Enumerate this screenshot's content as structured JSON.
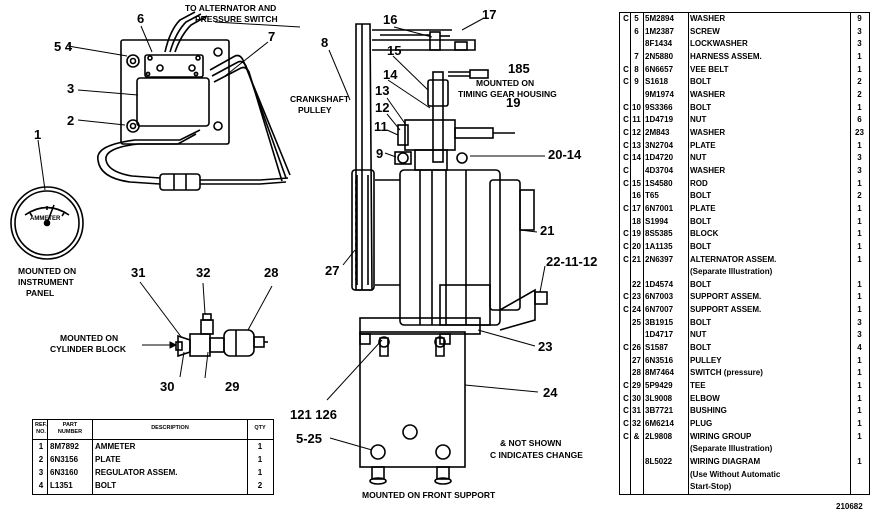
{
  "callouts": {
    "n1": "1",
    "n2": "2",
    "n3": "3",
    "n54": "5 4",
    "n6": "6",
    "n7": "7",
    "n8": "8",
    "n9": "9",
    "n11": "11",
    "n12": "12",
    "n13": "13",
    "n14": "14",
    "n15": "15",
    "n16": "16",
    "n17": "17",
    "n185": "185",
    "n19": "19",
    "n2014": "20-14",
    "n21": "21",
    "n221112": "22-11-12",
    "n23": "23",
    "n24": "24",
    "n27": "27",
    "n28": "28",
    "n29": "29",
    "n30": "30",
    "n31": "31",
    "n32": "32",
    "n12126": "121 126",
    "n525": "5-25"
  },
  "captions": {
    "to_alternator_1": "TO ALTERNATOR AND",
    "to_alternator_2": "PRESSURE SWITCH",
    "crankshaft_1": "CRANKSHAFT",
    "crankshaft_2": "PULLEY",
    "timing_1": "MOUNTED ON",
    "timing_2": "TIMING GEAR HOUSING",
    "instr_1": "MOUNTED ON",
    "instr_2": "INSTRUMENT",
    "instr_3": "PANEL",
    "cyl_1": "MOUNTED ON",
    "cyl_2": "CYLINDER BLOCK",
    "front_support": "MOUNTED ON FRONT SUPPORT",
    "not_shown": "& NOT SHOWN",
    "indicates_change": "C INDICATES CHANGE"
  },
  "gauge": {
    "face_text": "AMMETER"
  },
  "parts_table": {
    "rows": [
      {
        "c": "C",
        "ref": "5",
        "part": "5M2894",
        "desc": "WASHER",
        "qty": "9"
      },
      {
        "c": "",
        "ref": "6",
        "part": "1M2387",
        "desc": "SCREW",
        "qty": "3"
      },
      {
        "c": "",
        "ref": "",
        "part": "8F1434",
        "desc": "LOCKWASHER",
        "qty": "3"
      },
      {
        "c": "",
        "ref": "7",
        "part": "2N5880",
        "desc": "HARNESS ASSEM.",
        "qty": "1"
      },
      {
        "c": "C",
        "ref": "8",
        "part": "6N6657",
        "desc": "VEE BELT",
        "qty": "1"
      },
      {
        "c": "C",
        "ref": "9",
        "part": "S1618",
        "desc": "BOLT",
        "qty": "2"
      },
      {
        "c": "",
        "ref": "",
        "part": "9M1974",
        "desc": "WASHER",
        "qty": "2"
      },
      {
        "c": "C",
        "ref": "10",
        "part": "9S3366",
        "desc": "BOLT",
        "qty": "1"
      },
      {
        "c": "C",
        "ref": "11",
        "part": "1D4719",
        "desc": "NUT",
        "qty": "6"
      },
      {
        "c": "C",
        "ref": "12",
        "part": "2M843",
        "desc": "WASHER",
        "qty": "23"
      },
      {
        "c": "C",
        "ref": "13",
        "part": "3N2704",
        "desc": "PLATE",
        "qty": "1"
      },
      {
        "c": "C",
        "ref": "14",
        "part": "1D4720",
        "desc": "NUT",
        "qty": "3"
      },
      {
        "c": "C",
        "ref": "",
        "part": "4D3704",
        "desc": "WASHER",
        "qty": "3"
      },
      {
        "c": "C",
        "ref": "15",
        "part": "1S4580",
        "desc": "ROD",
        "qty": "1"
      },
      {
        "c": "",
        "ref": "16",
        "part": "T65",
        "desc": "BOLT",
        "qty": "2"
      },
      {
        "c": "C",
        "ref": "17",
        "part": "6N7001",
        "desc": "PLATE",
        "qty": "1"
      },
      {
        "c": "",
        "ref": "18",
        "part": "S1994",
        "desc": "BOLT",
        "qty": "1"
      },
      {
        "c": "C",
        "ref": "19",
        "part": "8S5385",
        "desc": "BLOCK",
        "qty": "1"
      },
      {
        "c": "C",
        "ref": "20",
        "part": "1A1135",
        "desc": "BOLT",
        "qty": "1"
      },
      {
        "c": "C",
        "ref": "21",
        "part": "2N6397",
        "desc": "ALTERNATOR ASSEM.",
        "qty": "1"
      },
      {
        "c": "",
        "ref": "",
        "part": "",
        "desc": "(Separate Illustration)",
        "qty": ""
      },
      {
        "c": "",
        "ref": "22",
        "part": "1D4574",
        "desc": "BOLT",
        "qty": "1"
      },
      {
        "c": "C",
        "ref": "23",
        "part": "6N7003",
        "desc": "SUPPORT ASSEM.",
        "qty": "1"
      },
      {
        "c": "C",
        "ref": "24",
        "part": "6N7007",
        "desc": "SUPPORT ASSEM.",
        "qty": "1"
      },
      {
        "c": "",
        "ref": "25",
        "part": "3B1915",
        "desc": "BOLT",
        "qty": "3"
      },
      {
        "c": "",
        "ref": "",
        "part": "1D4717",
        "desc": "NUT",
        "qty": "3"
      },
      {
        "c": "C",
        "ref": "26",
        "part": "S1587",
        "desc": "BOLT",
        "qty": "4"
      },
      {
        "c": "",
        "ref": "27",
        "part": "6N3516",
        "desc": "PULLEY",
        "qty": "1"
      },
      {
        "c": "",
        "ref": "28",
        "part": "8M7464",
        "desc": "SWITCH (pressure)",
        "qty": "1"
      },
      {
        "c": "C",
        "ref": "29",
        "part": "5P9429",
        "desc": "TEE",
        "qty": "1"
      },
      {
        "c": "C",
        "ref": "30",
        "part": "3L9008",
        "desc": "ELBOW",
        "qty": "1"
      },
      {
        "c": "C",
        "ref": "31",
        "part": "3B7721",
        "desc": "BUSHING",
        "qty": "1"
      },
      {
        "c": "C",
        "ref": "32",
        "part": "6M6214",
        "desc": "PLUG",
        "qty": "1"
      },
      {
        "c": "C",
        "ref": "&",
        "part": "2L9808",
        "desc": "WIRING GROUP",
        "qty": "1"
      },
      {
        "c": "",
        "ref": "",
        "part": "",
        "desc": "(Separate Illustration)",
        "qty": ""
      },
      {
        "c": "",
        "ref": "",
        "part": "8L5022",
        "desc": "WIRING DIAGRAM",
        "qty": "1"
      },
      {
        "c": "",
        "ref": "",
        "part": "",
        "desc": "(Use Without Automatic",
        "qty": ""
      },
      {
        "c": "",
        "ref": "",
        "part": "",
        "desc": "Start-Stop)",
        "qty": ""
      }
    ]
  },
  "small_table": {
    "headers": {
      "ref": "REF. NO.",
      "part": "PART NUMBER",
      "desc": "DESCRIPTION",
      "qty": "QTY"
    },
    "rows": [
      {
        "ref": "1",
        "part": "8M7892",
        "desc": "AMMETER",
        "qty": "1"
      },
      {
        "ref": "2",
        "part": "6N3156",
        "desc": "PLATE",
        "qty": "1"
      },
      {
        "ref": "3",
        "part": "6N3160",
        "desc": "REGULATOR ASSEM.",
        "qty": "1"
      },
      {
        "ref": "4",
        "part": "L1351",
        "desc": "BOLT",
        "qty": "2"
      }
    ]
  },
  "footer_code": "210682"
}
